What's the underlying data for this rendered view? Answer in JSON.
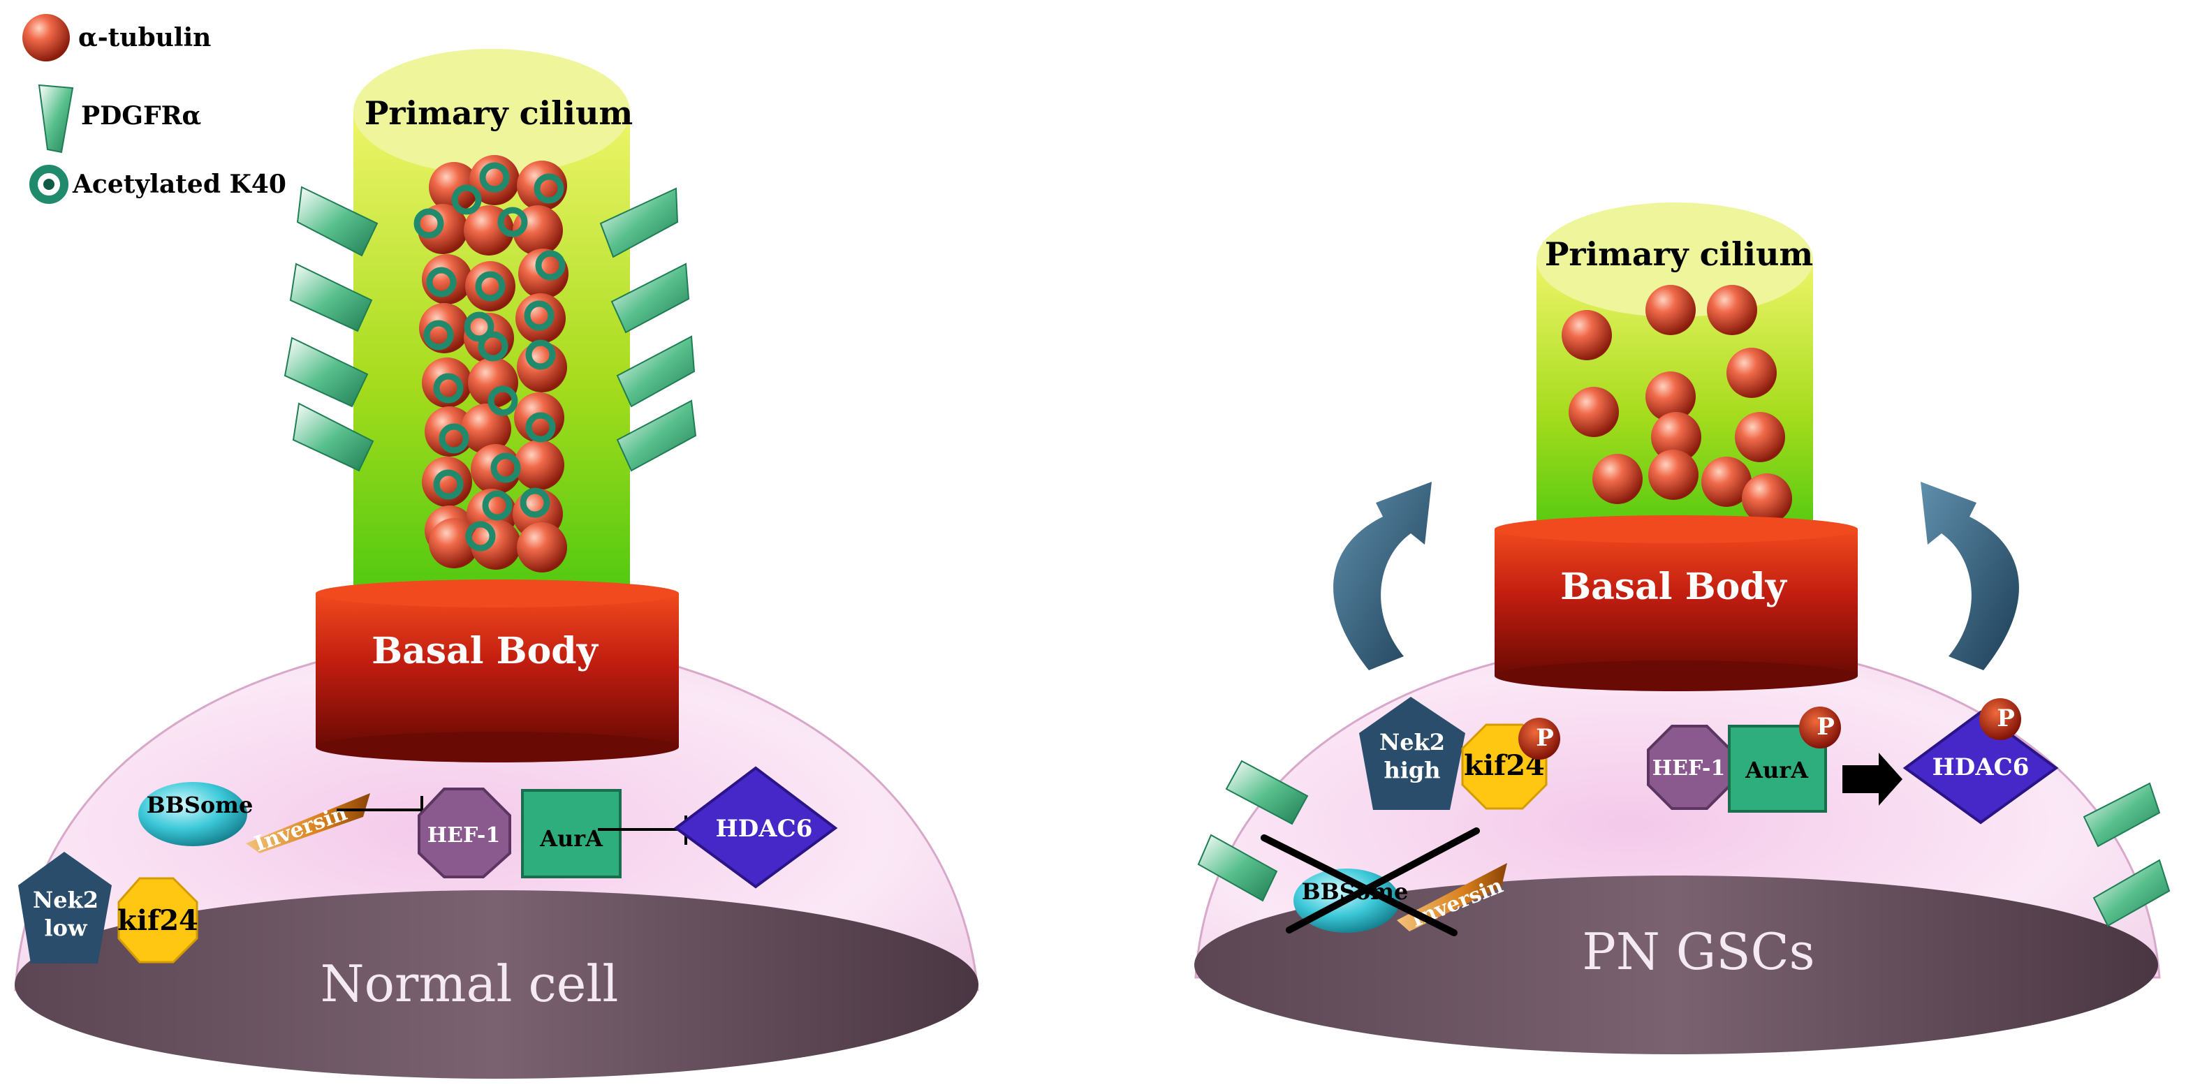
{
  "legend": {
    "items": [
      {
        "icon": "sphere",
        "label": "α-tubulin"
      },
      {
        "icon": "wedge",
        "label": "PDGFRα"
      },
      {
        "icon": "ring",
        "label": "Acetylated K40"
      }
    ]
  },
  "left_panel": {
    "cilium_label": "Primary cilium",
    "basal_body_label": "Basal Body",
    "cell_label": "Normal cell",
    "bbsome": "BBSome",
    "inversin": "Inversin",
    "hef1": "HEF-1",
    "aura": "AurA",
    "hdac6": "HDAC6",
    "nek2_line1": "Nek2",
    "nek2_line2": "low",
    "kif24": "kif24"
  },
  "right_panel": {
    "cilium_label": "Primary cilium",
    "basal_body_label": "Basal Body",
    "cell_label": "PN GSCs",
    "bbsome": "BBSome",
    "inversin": "Inversin",
    "hef1": "HEF-1",
    "aura": "AurA",
    "hdac6": "HDAC6",
    "nek2_line1": "Nek2",
    "nek2_line2": "high",
    "kif24": "kif24",
    "phospho_label": "P"
  },
  "colors": {
    "cilium_top": "#e8f28a",
    "cilium_body": "#8fd61a",
    "basal_body": "#b3140c",
    "cell_body": "#f2d3ea",
    "cell_base": "#6f5866",
    "tubulin": "#e0432a",
    "pdgfr": "#2f9e6a",
    "ring": "#1f8a6c",
    "bbsome": "#36c8d6",
    "inversin": "#d9801c",
    "hef1": "#8a5a8e",
    "aura": "#2fae7d",
    "hdac6": "#4628c8",
    "nek2": "#2a4d6c",
    "kif24": "#ffc612",
    "phospho": "#b9180a",
    "curved_arrow": "#2d5a78"
  }
}
